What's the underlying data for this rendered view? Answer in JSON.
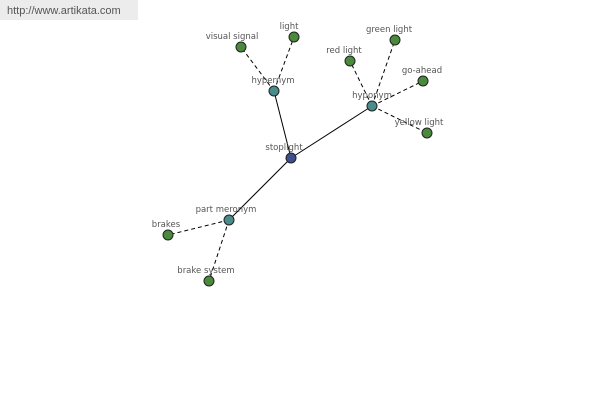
{
  "url": "http://www.artikata.com",
  "colors": {
    "center": "#3d4f8f",
    "relation": "#4a8c8c",
    "term": "#4a8a3c",
    "edge": "#000000"
  },
  "graph": {
    "center": "stoplight",
    "relations": [
      {
        "label": "hypernym",
        "terms": [
          "visual signal",
          "light"
        ]
      },
      {
        "label": "hyponym",
        "terms": [
          "red light",
          "green light",
          "go-ahead",
          "yellow light"
        ]
      },
      {
        "label": "part meronym",
        "terms": [
          "brakes",
          "brake system"
        ]
      }
    ]
  }
}
